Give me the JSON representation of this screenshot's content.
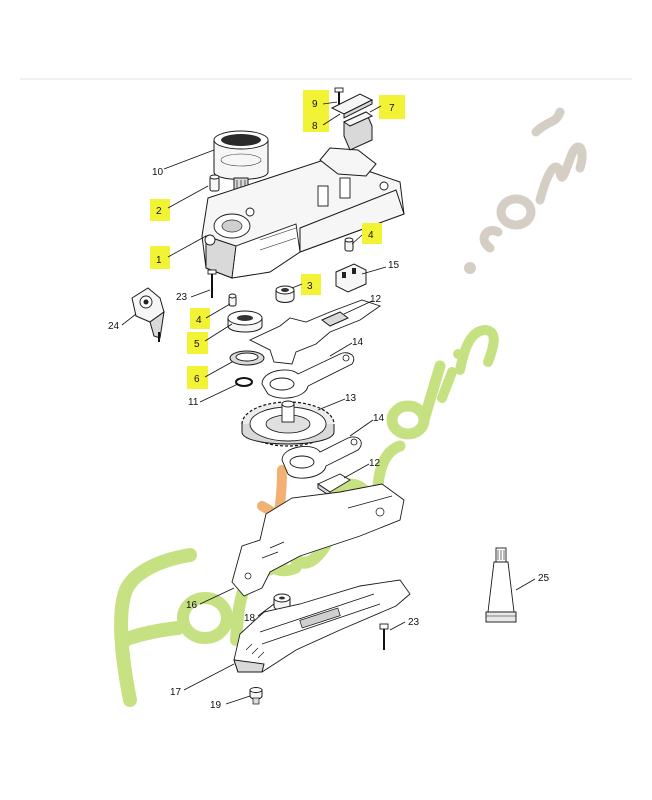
{
  "diagram": {
    "watermark": {
      "text": "Foret'Jardin.com",
      "green": "#c3e07c",
      "orange": "#f2ad6b",
      "grey": "#d3ccc1"
    },
    "highlight_color": "#f3f335",
    "labels": {
      "p1": "1",
      "p2": "2",
      "p3": "3",
      "p4a": "4",
      "p4b": "4",
      "p5": "5",
      "p6": "6",
      "p7": "7",
      "p8": "8",
      "p9": "9",
      "p10": "10",
      "p11": "11",
      "p12a": "12",
      "p12b": "12",
      "p13": "13",
      "p14a": "14",
      "p14b": "14",
      "p15": "15",
      "p16": "16",
      "p17": "17",
      "p18": "18",
      "p19": "19",
      "p23a": "23",
      "p23b": "23",
      "p24": "24",
      "p25": "25"
    }
  }
}
